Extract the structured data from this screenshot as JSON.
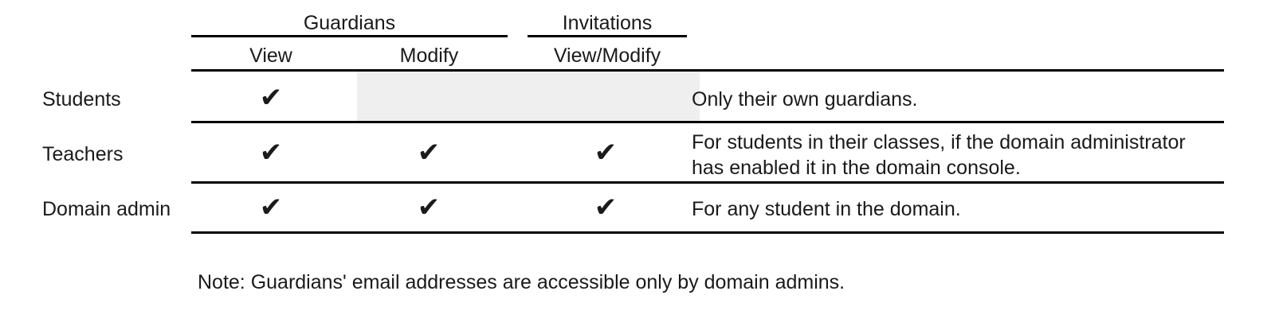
{
  "table": {
    "column_groups": [
      {
        "label": "Guardians",
        "spans": [
          "View",
          "Modify"
        ]
      },
      {
        "label": "Invitations",
        "spans": [
          "View/Modify"
        ]
      }
    ],
    "columns": [
      {
        "key": "row_label",
        "header": ""
      },
      {
        "key": "guardians_view",
        "header": "View"
      },
      {
        "key": "guardians_modify",
        "header": "Modify"
      },
      {
        "key": "invitations_view_modify",
        "header": "View/Modify"
      },
      {
        "key": "notes",
        "header": ""
      }
    ],
    "check_glyph": "✔",
    "rows": [
      {
        "label": "Students",
        "guardians_view": true,
        "guardians_modify": false,
        "guardians_modify_state": "shaded",
        "invitations_view_modify": false,
        "invitations_view_modify_state": "shaded",
        "notes": "Only their own guardians."
      },
      {
        "label": "Teachers",
        "guardians_view": true,
        "guardians_modify": true,
        "invitations_view_modify": true,
        "notes_line1": "For students in their classes, if the domain administrator",
        "notes_line2": "has enabled it in the domain console.",
        "notes": "For students in their classes, if the domain administrator has enabled it in the domain console."
      },
      {
        "label": "Domain admin",
        "guardians_view": true,
        "guardians_modify": true,
        "invitations_view_modify": true,
        "notes": "For any student in the domain."
      }
    ]
  },
  "footnote": {
    "text": "Note: Guardians' email addresses are accessible only by domain admins."
  },
  "colors": {
    "text": "#1a1a1a",
    "rule": "#000000",
    "shaded_cell": "#efefef",
    "background": "#ffffff"
  }
}
